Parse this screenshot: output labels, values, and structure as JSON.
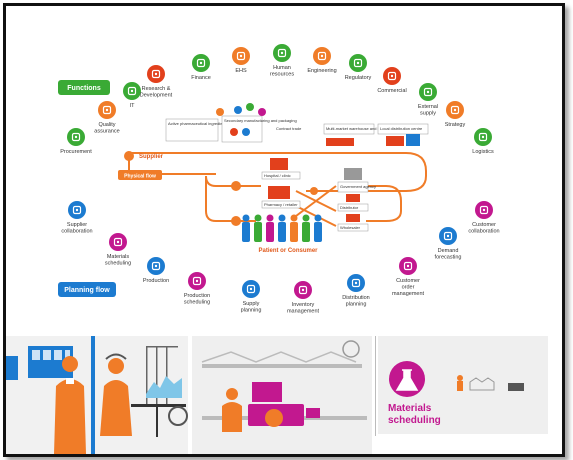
{
  "diagram": {
    "functions_label": "Functions",
    "planning_flow_label": "Planning flow",
    "physical_flow_label": "Physical flow",
    "supplier_label": "Supplier",
    "patient_label": "Patient or Consumer",
    "top_nodes": [
      {
        "label": "Procurement",
        "color": "#3aaa35",
        "icon": "cart-icon"
      },
      {
        "label": "Quality assurance",
        "color": "#f07c28",
        "icon": "magnifier-icon"
      },
      {
        "label": "IT",
        "color": "#3aaa35",
        "icon": "monitor-icon"
      },
      {
        "label": "Research & Development",
        "color": "#e2401c",
        "icon": "flask-icon"
      },
      {
        "label": "Finance",
        "color": "#3aaa35",
        "icon": "calculator-icon"
      },
      {
        "label": "EHS",
        "color": "#f07c28",
        "icon": "leaf-icon"
      },
      {
        "label": "Human resources",
        "color": "#3aaa35",
        "icon": "people-icon"
      },
      {
        "label": "Engineering",
        "color": "#f07c28",
        "icon": "wrench-icon"
      },
      {
        "label": "Regulatory",
        "color": "#3aaa35",
        "icon": "document-icon"
      },
      {
        "label": "Commercial",
        "color": "#e2401c",
        "icon": "handshake-icon"
      },
      {
        "label": "External supply",
        "color": "#3aaa35",
        "icon": "factory-icon"
      },
      {
        "label": "Strategy",
        "color": "#f07c28",
        "icon": "chart-icon"
      },
      {
        "label": "Logistics",
        "color": "#3aaa35",
        "icon": "clipboard-icon"
      }
    ],
    "bottom_nodes": [
      {
        "label": "Supplier collaboration",
        "color": "#1c7bd0",
        "icon": "network-icon"
      },
      {
        "label": "Materials scheduling",
        "color": "#c2188f",
        "icon": "flask-icon"
      },
      {
        "label": "Production",
        "color": "#1c7bd0",
        "icon": "factory-icon"
      },
      {
        "label": "Production scheduling",
        "color": "#c2188f",
        "icon": "clock-icon"
      },
      {
        "label": "Supply planning",
        "color": "#1c7bd0",
        "icon": "truck-icon"
      },
      {
        "label": "Inventory management",
        "color": "#c2188f",
        "icon": "clipboard-icon"
      },
      {
        "label": "Distribution planning",
        "color": "#1c7bd0",
        "icon": "route-icon"
      },
      {
        "label": "Customer order management",
        "color": "#c2188f",
        "icon": "cart-icon"
      },
      {
        "label": "Demand forecasting",
        "color": "#1c7bd0",
        "icon": "trend-icon"
      },
      {
        "label": "Customer collaboration",
        "color": "#c2188f",
        "icon": "people-icon"
      }
    ],
    "process_boxes": [
      "Active pharmaceutical ingredient manufacturing",
      "Secondary manufacturing and packaging",
      "Contract trade",
      "Multi-market warehouse and bulk hub",
      "Local distribution centre"
    ],
    "channel_boxes": [
      "Hospital / clinic",
      "Pharmacy / retailer",
      "Government agency",
      "Distributor",
      "Wholesaler"
    ]
  },
  "panels": {
    "caption": "Materials scheduling",
    "caption_color": "#c2188f"
  },
  "colors": {
    "orange": "#f07c28",
    "green": "#3aaa35",
    "blue": "#1c7bd0",
    "magenta": "#c2188f",
    "dark_orange": "#e05a1c"
  }
}
